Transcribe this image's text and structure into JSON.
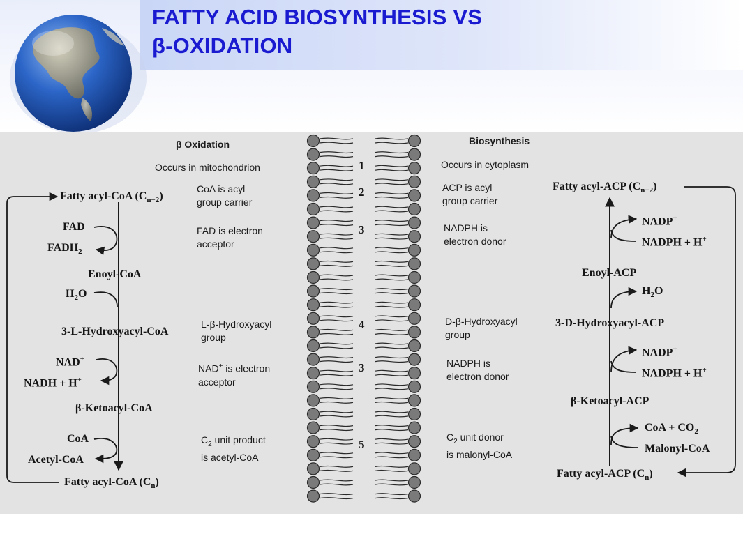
{
  "slide": {
    "title_line1": "FATTY ACID BIOSYNTHESIS VS",
    "title_line2": "β-OXIDATION"
  },
  "oxidation": {
    "heading": "β Oxidation",
    "location": "Occurs in mitochondrion",
    "pathway": {
      "start": "Fatty acyl-CoA (Cn+2)",
      "step1_in": "FAD",
      "step1_out": "FADH2",
      "enoyl": "Enoyl-CoA",
      "step2_in": "H2O",
      "hydroxyacyl": "3-L-Hydroxyacyl-CoA",
      "step3_in": "NAD+",
      "step3_out": "NADH + H+",
      "ketoacyl": "β-Ketoacyl-CoA",
      "step4_in": "CoA",
      "step4_out": "Acetyl-CoA",
      "end": "Fatty acyl-CoA (Cn)"
    },
    "notes": {
      "n1": [
        "CoA is acyl",
        "group carrier"
      ],
      "n2": [
        "FAD is electron",
        "acceptor"
      ],
      "n3": [
        "L-β-Hydroxyacyl",
        "group"
      ],
      "n4": [
        "NAD+ is electron",
        "acceptor"
      ],
      "n5": [
        "C2 unit product",
        "is acetyl-CoA"
      ]
    }
  },
  "biosynthesis": {
    "heading": "Biosynthesis",
    "location": "Occurs in cytoplasm",
    "pathway": {
      "top": "Fatty acyl-ACP (Cn+2)",
      "r1_out": "NADP+",
      "r1_in": "NADPH + H+",
      "enoyl": "Enoyl-ACP",
      "r2_out": "H2O",
      "hydroxyacyl": "3-D-Hydroxyacyl-ACP",
      "r3_out": "NADP+",
      "r3_in": "NADPH + H+",
      "ketoacyl": "β-Ketoacyl-ACP",
      "r4_out": "CoA + CO2",
      "r4_in": "Malonyl-CoA",
      "bottom": "Fatty acyl-ACP (Cn)"
    },
    "notes": {
      "n1": [
        "ACP is acyl",
        "group carrier"
      ],
      "n2": [
        "NADPH is",
        "electron donor"
      ],
      "n3": [
        "D-β-Hydroxyacyl",
        "group"
      ],
      "n4": [
        "NADPH is",
        "electron donor"
      ],
      "n5": [
        "C2 unit donor",
        "is malonyl-CoA"
      ]
    }
  },
  "comparison_numbers": [
    "1",
    "2",
    "3",
    "4",
    "3",
    "5"
  ]
}
